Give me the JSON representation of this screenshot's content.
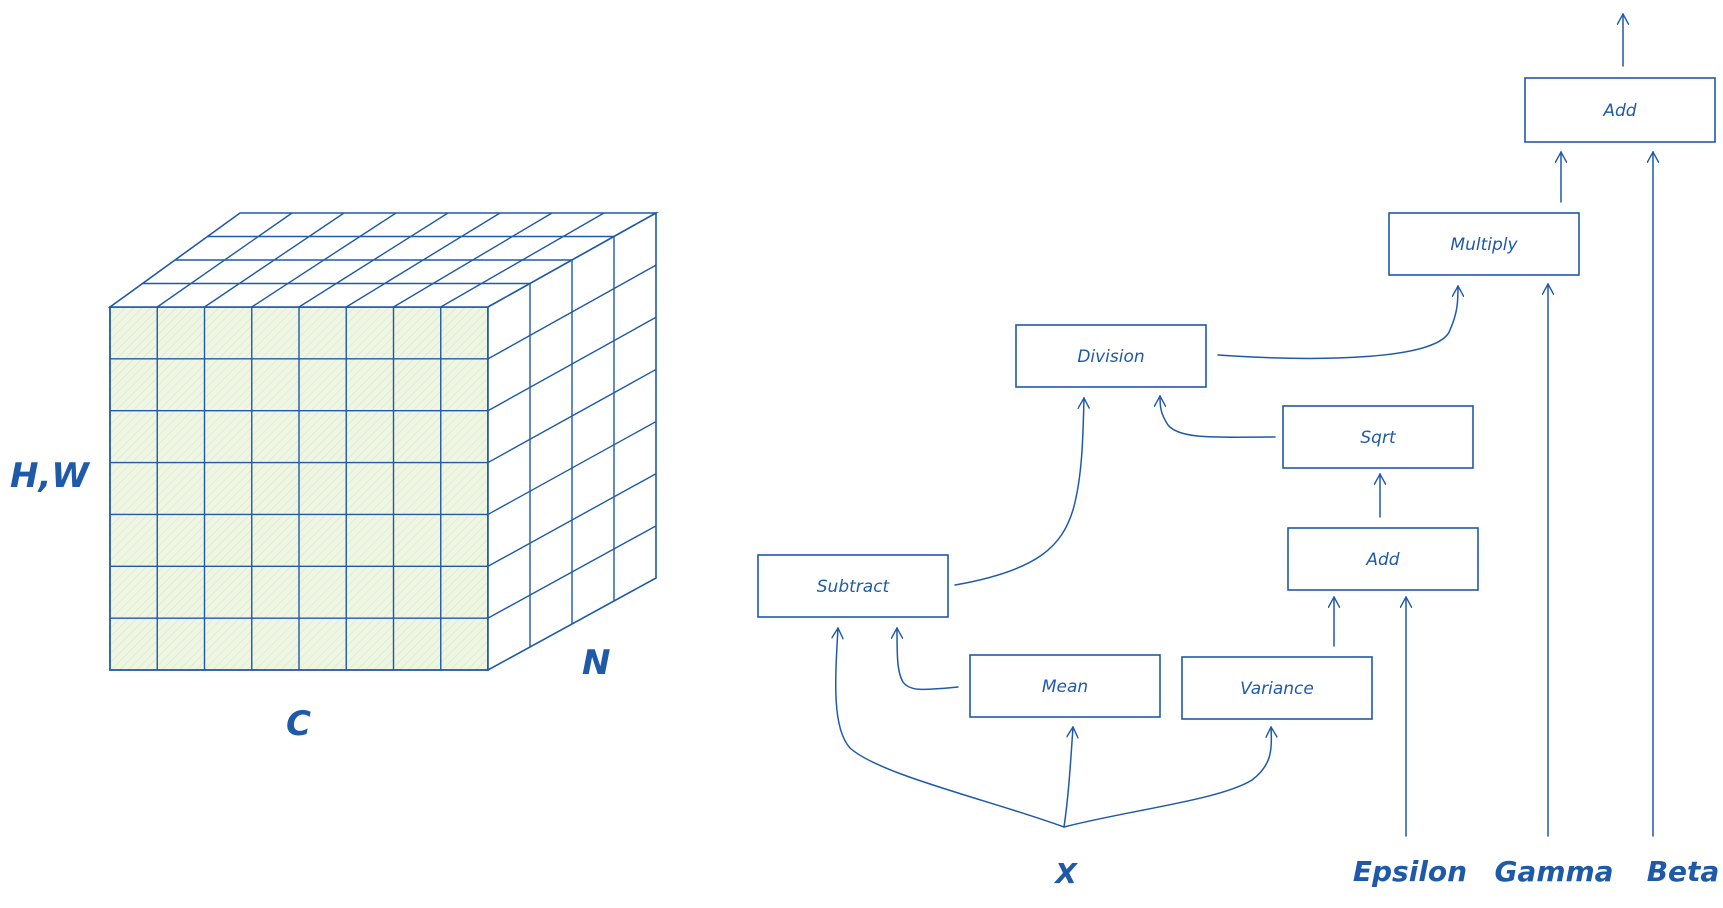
{
  "tensor": {
    "height_width_label": "H,W",
    "channel_label": "C",
    "batch_label": "N",
    "front_fill_color": "#eef5e3",
    "line_color": "#1f5aa8"
  },
  "graph": {
    "nodes": {
      "add_top": "Add",
      "multiply": "Multiply",
      "division": "Division",
      "sqrt": "Sqrt",
      "add_mid": "Add",
      "subtract": "Subtract",
      "mean": "Mean",
      "variance": "Variance"
    },
    "inputs": {
      "x": "X",
      "epsilon": "Epsilon",
      "gamma": "Gamma",
      "beta": "Beta"
    }
  }
}
